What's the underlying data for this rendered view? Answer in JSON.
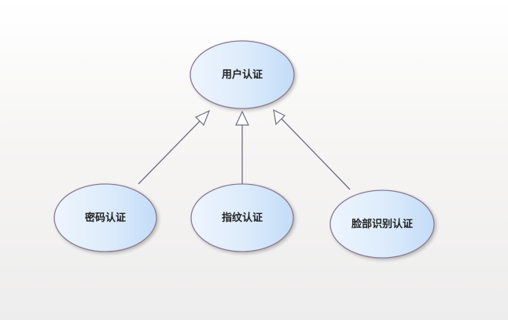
{
  "diagram": {
    "nodes": {
      "parent": {
        "label": "用户认证"
      },
      "password": {
        "label": "密码认证"
      },
      "fingerprint": {
        "label": "指纹认证"
      },
      "face": {
        "label": "脸部识别认证"
      }
    },
    "relations": [
      {
        "from": "password",
        "to": "parent",
        "kind": "generalization"
      },
      {
        "from": "fingerprint",
        "to": "parent",
        "kind": "generalization"
      },
      {
        "from": "face",
        "to": "parent",
        "kind": "generalization"
      }
    ],
    "colors": {
      "fill_light": "#eaf3fd",
      "fill_dark": "#c3dcf8",
      "stroke": "#8a7a92",
      "edge": "#6e6e84"
    }
  }
}
